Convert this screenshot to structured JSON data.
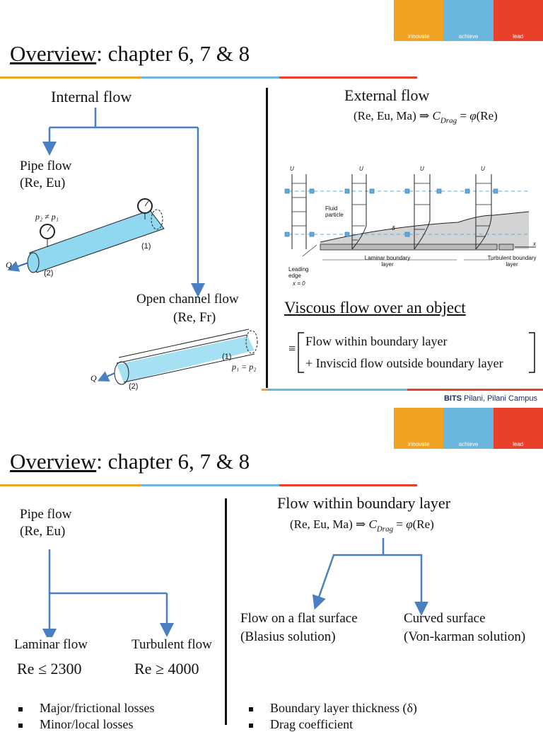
{
  "brand": {
    "innovate": "innovate",
    "achieve": "achieve",
    "lead": "lead"
  },
  "footer": {
    "bits": "BITS",
    "campus": " Pilani, Pilani Campus"
  },
  "slide1": {
    "title_underlined": "Overview",
    "title_rest": ": chapter 6, 7 & 8",
    "internal_flow": "Internal flow",
    "pipe_flow": "Pipe flow",
    "pipe_params": "(Re, Eu)",
    "open_channel": "Open channel flow",
    "open_params": "(Re, Fr)",
    "external_flow": "External flow",
    "external_params": "(Re, Eu, Ma)",
    "viscous_title": "Viscous flow over an object",
    "bracket_line1": "Flow within boundary layer",
    "bracket_line2": "+ Inviscid flow outside boundary layer",
    "pipe_labels": {
      "p": "p₂ ≠ p₁",
      "one": "(1)",
      "two": "(2)",
      "q": "Q"
    },
    "channel_labels": {
      "p": "p₁ = p₂",
      "one": "(1)",
      "two": "(2)",
      "q": "Q"
    },
    "bl_labels": {
      "u": "U",
      "fluid_particle": "Fluid particle",
      "laminar": "Laminar boundary layer",
      "turbulent": "Turbulent boundary layer",
      "leading_edge": "Leading edge",
      "x0": "x = 0",
      "x": "x",
      "delta": "δ"
    }
  },
  "slide2": {
    "title_underlined": "Overview",
    "title_rest": ": chapter 6, 7 & 8",
    "pipe_flow": "Pipe flow",
    "pipe_params": "(Re, Eu)",
    "laminar_flow": "Laminar flow",
    "turbulent_flow": "Turbulent flow",
    "re_laminar": "Re ≤ 2300",
    "re_turbulent": "Re ≥ 4000",
    "flow_within": "Flow within boundary layer",
    "params": "(Re, Eu, Ma)",
    "flat_surface": "Flow on a flat surface",
    "blasius": "(Blasius solution)",
    "curved_surface": "Curved surface",
    "von_karman": "(Von-karman solution)",
    "bullets_left": [
      "Major/frictional losses",
      "Minor/local losses"
    ],
    "bullets_right": [
      "Boundary layer thickness (δ)",
      "Drag coefficient"
    ]
  },
  "colors": {
    "arrow": "#4a7fc1",
    "orange": "#f0a422",
    "blue": "#6ab6dc",
    "red": "#e8402a",
    "pipe": "#8fd8f0"
  }
}
